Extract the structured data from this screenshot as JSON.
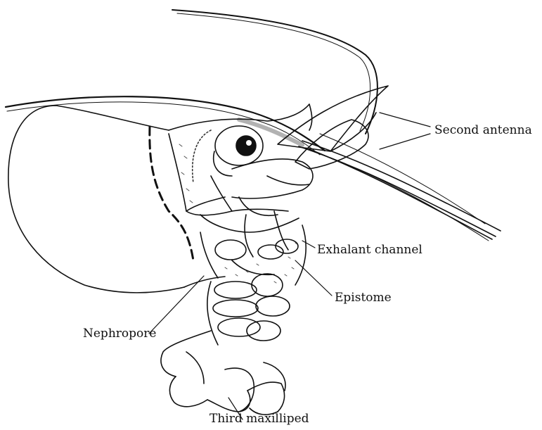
{
  "labels": {
    "second_antenna": "Second antenna",
    "exhalant_channel": "Exhalant channel",
    "epistome": "Epistome",
    "nephropore": "Nephropore",
    "third_maxilliped": "Third maxilliped"
  },
  "colors": {
    "ink": "#111111",
    "background": "#ffffff"
  }
}
